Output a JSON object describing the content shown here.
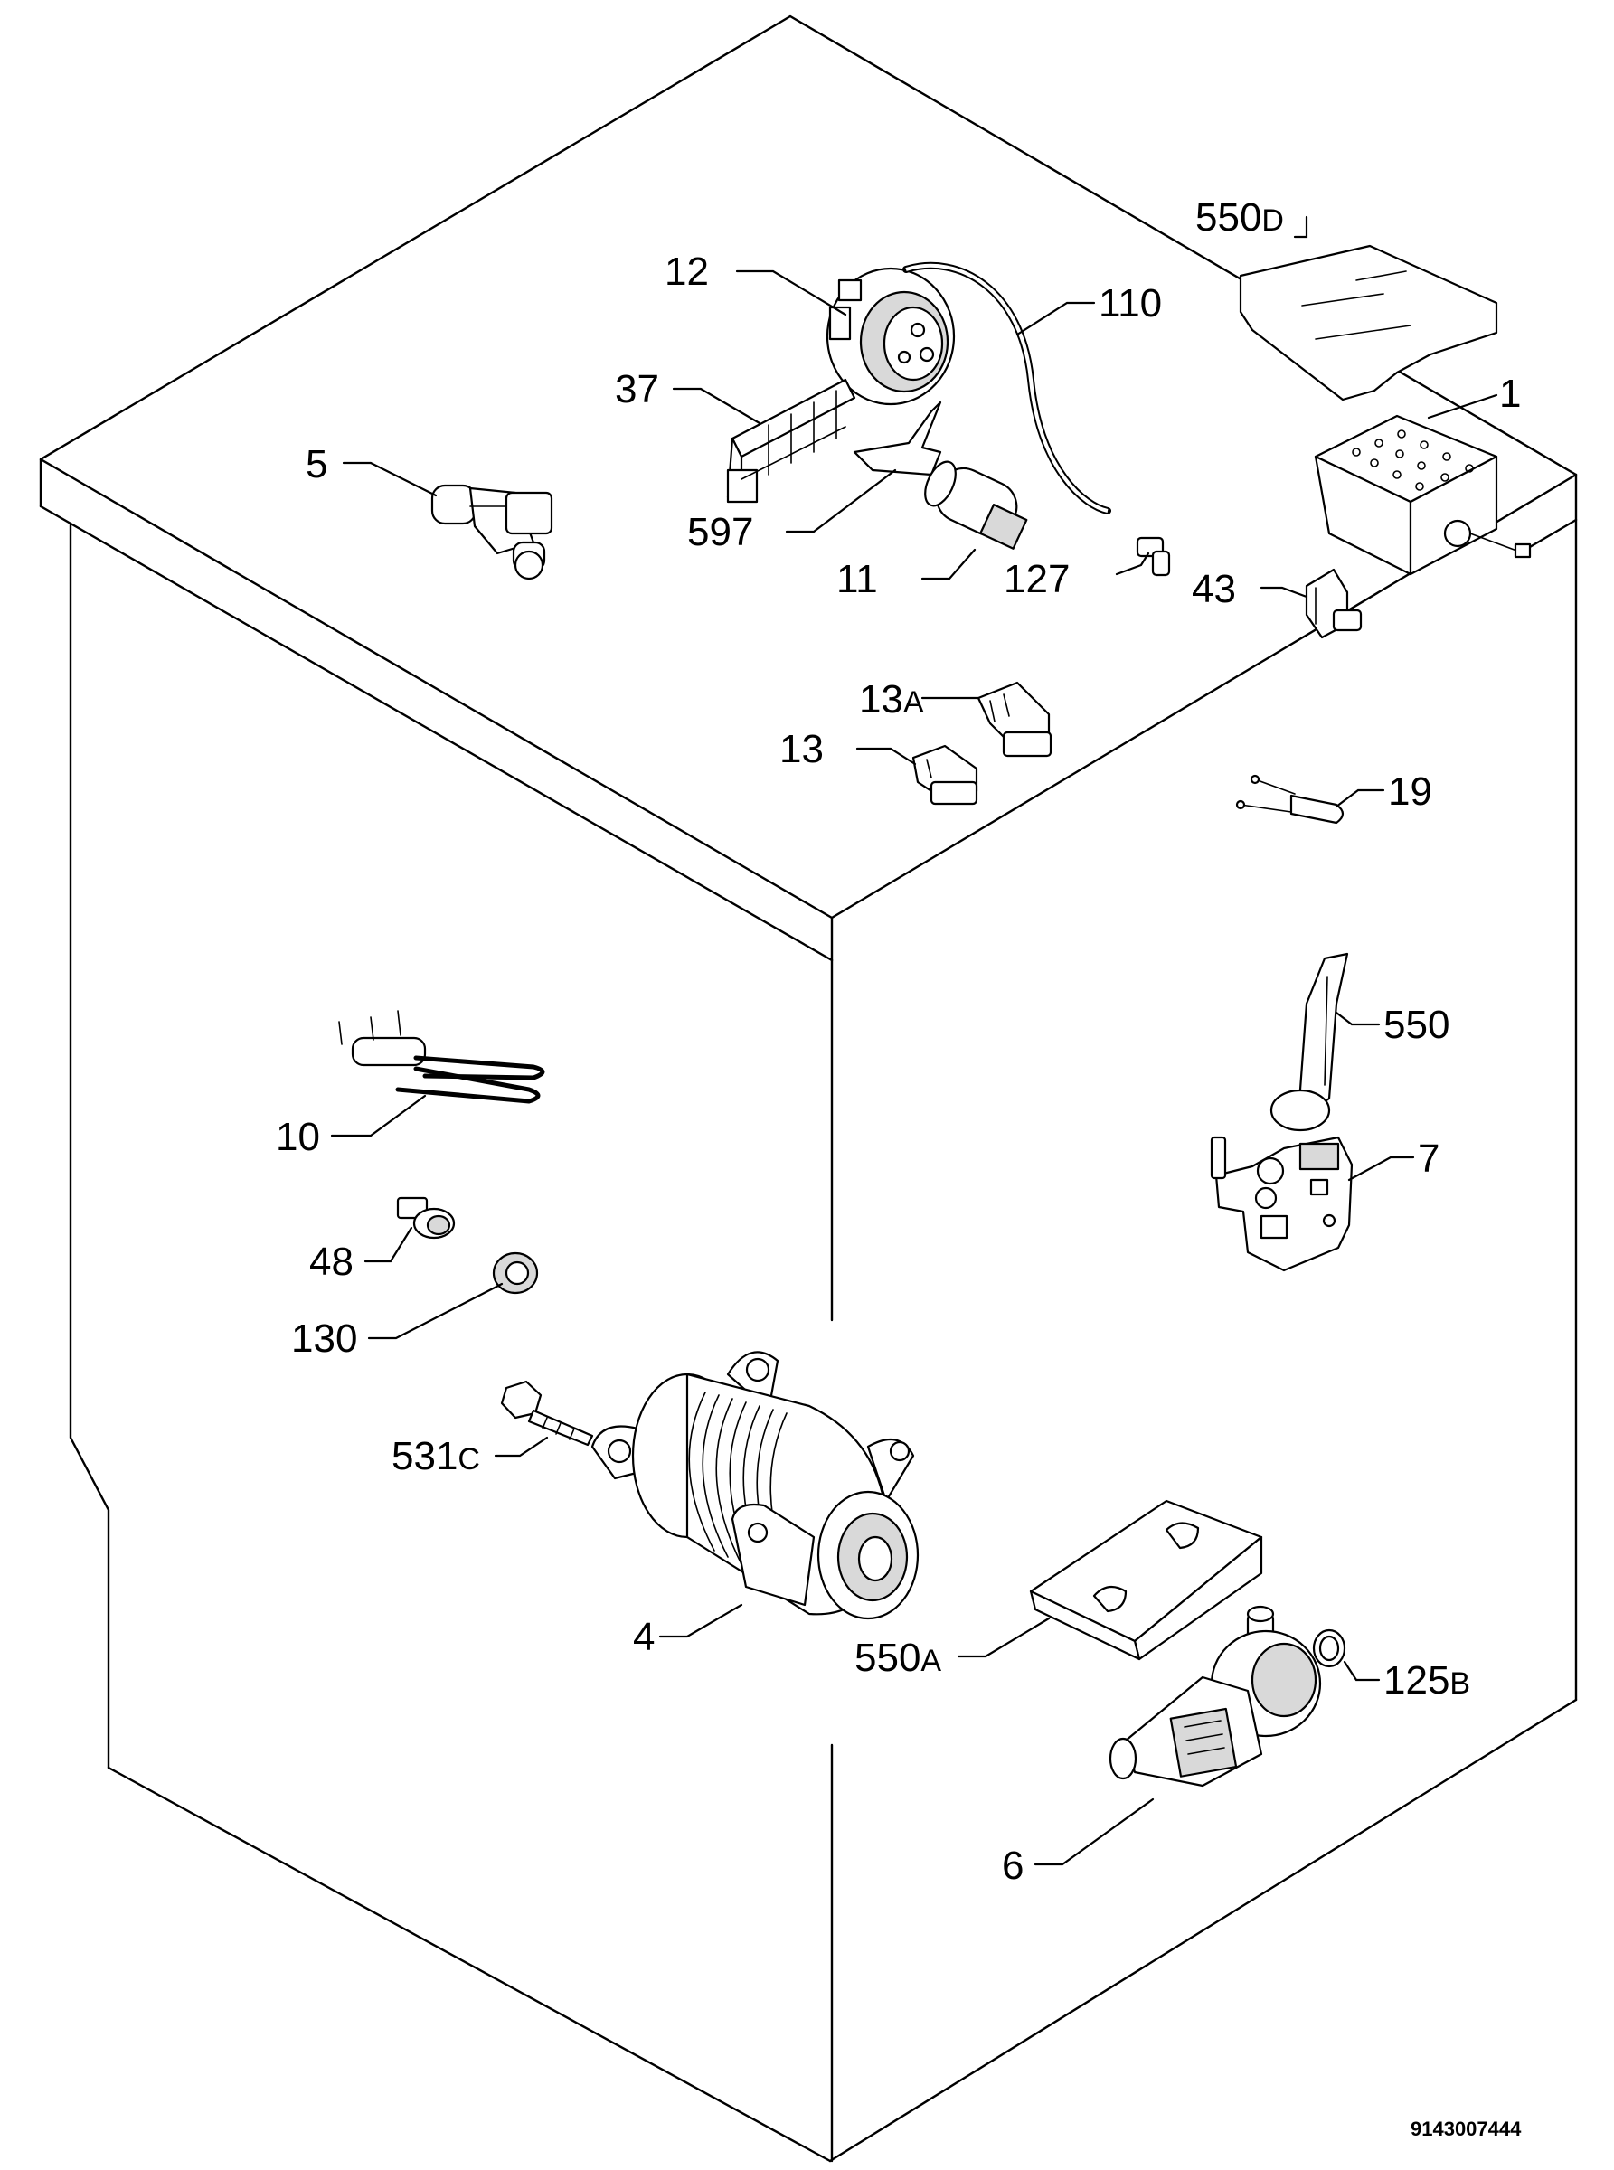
{
  "document_number": "9143007444",
  "callouts": {
    "c1": {
      "num": "1",
      "sfx": ""
    },
    "c4": {
      "num": "4",
      "sfx": ""
    },
    "c5": {
      "num": "5",
      "sfx": ""
    },
    "c6": {
      "num": "6",
      "sfx": ""
    },
    "c7": {
      "num": "7",
      "sfx": ""
    },
    "c10": {
      "num": "10",
      "sfx": ""
    },
    "c11": {
      "num": "11",
      "sfx": ""
    },
    "c12": {
      "num": "12",
      "sfx": ""
    },
    "c13": {
      "num": "13",
      "sfx": ""
    },
    "c13a": {
      "num": "13",
      "sfx": "A"
    },
    "c19": {
      "num": "19",
      "sfx": ""
    },
    "c37": {
      "num": "37",
      "sfx": ""
    },
    "c43": {
      "num": "43",
      "sfx": ""
    },
    "c48": {
      "num": "48",
      "sfx": ""
    },
    "c110": {
      "num": "110",
      "sfx": ""
    },
    "c125b": {
      "num": "125",
      "sfx": "B"
    },
    "c127": {
      "num": "127",
      "sfx": ""
    },
    "c130": {
      "num": "130",
      "sfx": ""
    },
    "c531c": {
      "num": "531",
      "sfx": "C"
    },
    "c550": {
      "num": "550",
      "sfx": ""
    },
    "c550a": {
      "num": "550",
      "sfx": "A"
    },
    "c550d": {
      "num": "550",
      "sfx": "D"
    },
    "c597": {
      "num": "597",
      "sfx": ""
    }
  }
}
